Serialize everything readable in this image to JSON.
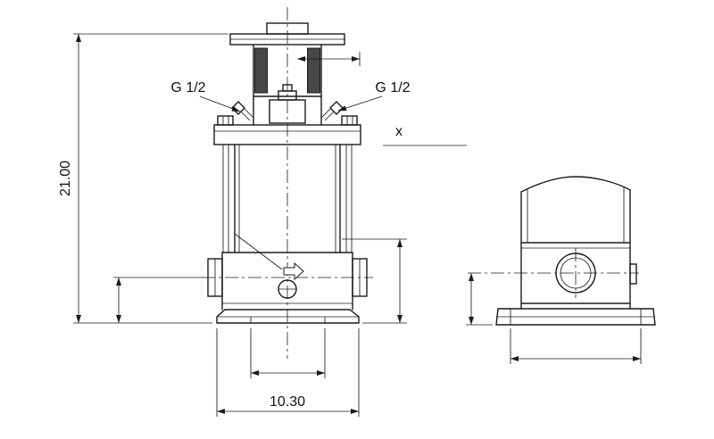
{
  "drawing": {
    "type": "pump-dimensional-drawing",
    "views": [
      "front-view",
      "side-view"
    ],
    "colors": {
      "line": "#1b1b1b",
      "background": "#ffffff",
      "coupling_guard_fill": "#474747"
    },
    "labels": {
      "port_left": "G 1/2",
      "port_right": "G 1/2",
      "x_ref": "x"
    },
    "dimensions": {
      "overall_height": "21.00",
      "base_width": "10.30"
    }
  }
}
